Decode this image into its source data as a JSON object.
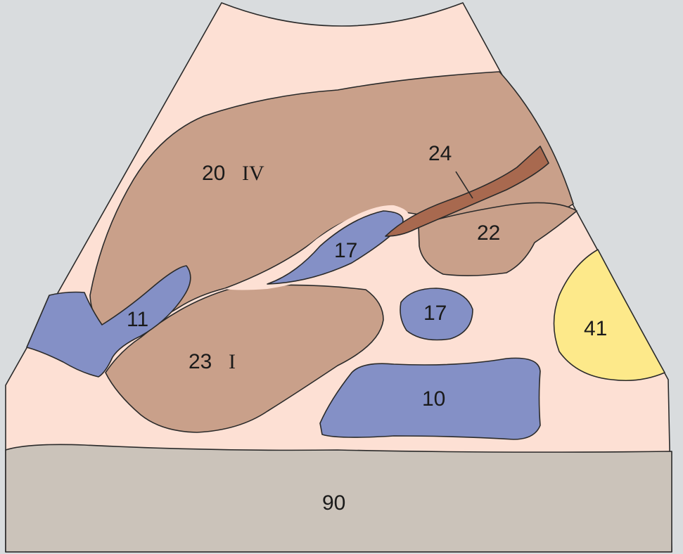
{
  "colors": {
    "background": "#d9dcde",
    "fan": "#fde0d4",
    "liver": "#c9a08a",
    "vessel": "#8490c6",
    "ligament": "#a8694f",
    "gallbladder": "#fde98a",
    "spine": "#cbc3ba",
    "outline": "#2a2a2a"
  },
  "labels": {
    "liver_segment_iv_number": "20",
    "liver_segment_iv_roman": "IV",
    "caudate_lobe_number": "23",
    "caudate_lobe_roman": "I",
    "ligament_number": "24",
    "liver_right_number": "22",
    "portal_vein_upper": "17",
    "portal_vein_lower": "17",
    "vena_cava_left": "11",
    "aorta": "10",
    "gallbladder": "41",
    "spine": "90"
  }
}
